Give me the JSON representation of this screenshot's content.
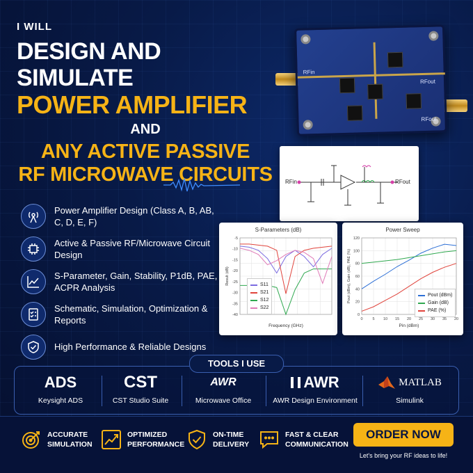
{
  "headline": {
    "intro": "I WILL",
    "line1": "DESIGN AND SIMULATE",
    "line2": "POWER AMPLIFIER",
    "line3": "AND",
    "line4": "ANY ACTIVE PASSIVE",
    "line5": "RF MICROWAVE CIRCUITS"
  },
  "pcb": {
    "label_in": "RFin",
    "label_out": "RFout",
    "label_out2": "RFout"
  },
  "schematic": {
    "in_label": "RFin",
    "out_label": "RFout"
  },
  "features": [
    {
      "icon": "antenna-icon",
      "text": "Power Amplifier Design (Class A, B, AB, C, D, E, F)"
    },
    {
      "icon": "chip-icon",
      "text": "Active & Passive RF/Microwave Circuit Design"
    },
    {
      "icon": "line-chart-icon",
      "text": "S-Parameter, Gain, Stability, P1dB, PAE, ACPR Analysis"
    },
    {
      "icon": "checklist-icon",
      "text": "Schematic, Simulation, Optimization & Reports"
    },
    {
      "icon": "shield-check-icon",
      "text": "High Performance & Reliable Designs"
    }
  ],
  "tools": {
    "title": "TOOLS I USE",
    "items": [
      {
        "logo": "ADS",
        "name": "Keysight ADS"
      },
      {
        "logo": "CST",
        "name": "CST Studio Suite"
      },
      {
        "logo": "AWR",
        "name": "Microwave Office"
      },
      {
        "logo": "AWR",
        "name": "AWR Design Environment"
      },
      {
        "logo": "MATLAB",
        "name": "Simulink"
      }
    ]
  },
  "bottom": {
    "items": [
      {
        "icon": "target-icon",
        "line1": "ACCURATE",
        "line2": "SIMULATION"
      },
      {
        "icon": "growth-chart-icon",
        "line1": "OPTIMIZED",
        "line2": "PERFORMANCE"
      },
      {
        "icon": "shield-check-icon",
        "line1": "ON-TIME",
        "line2": "DELIVERY"
      },
      {
        "icon": "chat-icon",
        "line1": "FAST & CLEAR",
        "line2": "COMMUNICATION"
      }
    ],
    "order_label": "ORDER NOW",
    "tagline": "Let's bring your RF ideas to life!"
  },
  "colors": {
    "accent": "#f6b316",
    "bg": "#081a47"
  },
  "chart_data": [
    {
      "type": "line",
      "title": "S-Parameters (dB)",
      "xlabel": "Frequency (GHz)",
      "ylabel": "Result (dB)",
      "yticks": [
        "-5",
        "-10",
        "-15",
        "-20",
        "-25",
        "-30",
        "-35",
        "-40"
      ],
      "ylim": [
        -40,
        -3
      ],
      "x": [
        0,
        1,
        2,
        3,
        4,
        5,
        6,
        7,
        8,
        9,
        10
      ],
      "series": [
        {
          "name": "S11",
          "color": "#7b6be0",
          "values": [
            -7,
            -7.5,
            -9,
            -13,
            -20,
            -12,
            -9,
            -12,
            -17,
            -11,
            -8
          ]
        },
        {
          "name": "S21",
          "color": "#e0433b",
          "values": [
            -6,
            -6,
            -6.5,
            -7,
            -9,
            -30,
            -12,
            -9,
            -8,
            -7.5,
            -7
          ]
        },
        {
          "name": "S12",
          "color": "#2fa84f",
          "values": [
            -26,
            -26,
            -26,
            -26,
            -27,
            -40,
            -28,
            -20,
            -18,
            -18,
            -18
          ]
        },
        {
          "name": "S22",
          "color": "#e07ab8",
          "values": [
            -8,
            -9,
            -11,
            -16,
            -14,
            -11,
            -9,
            -10,
            -13,
            -25,
            -12
          ]
        }
      ]
    },
    {
      "type": "line",
      "title": "Power Sweep",
      "xlabel": "Pin (dBm)",
      "ylabel": "Pout (dBm), Gain (dB), PAE (%)",
      "xticks": [
        "0",
        "5",
        "10",
        "15",
        "20",
        "25",
        "30",
        "35",
        "20"
      ],
      "yticks": [
        "120",
        "100",
        "80",
        "60",
        "40",
        "20",
        "0"
      ],
      "ylim": [
        0,
        120
      ],
      "x": [
        0,
        5,
        10,
        15,
        20,
        25,
        30,
        35,
        40
      ],
      "series": [
        {
          "name": "Pout (dBm)",
          "color": "#2c6fd6",
          "values": [
            40,
            52,
            63,
            75,
            85,
            96,
            104,
            110,
            108
          ]
        },
        {
          "name": "Gain (dB)",
          "color": "#2fa84f",
          "values": [
            80,
            82,
            84,
            86,
            89,
            92,
            95,
            98,
            100
          ]
        },
        {
          "name": "PAE (%)",
          "color": "#e0433b",
          "values": [
            5,
            12,
            22,
            32,
            44,
            56,
            66,
            74,
            80
          ]
        }
      ]
    }
  ]
}
